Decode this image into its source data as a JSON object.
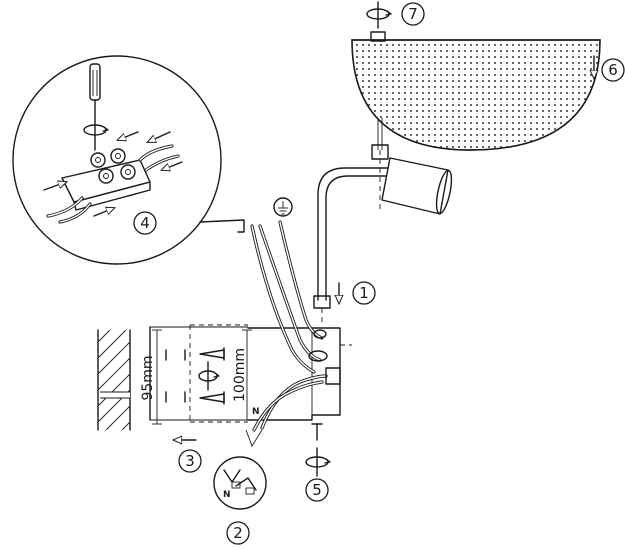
{
  "steps": [
    "1",
    "2",
    "3",
    "4",
    "5",
    "6",
    "7"
  ],
  "dimensions": {
    "height_outer": "95mm",
    "height_inner": "100mm"
  },
  "labels": {
    "neutral_a": "N",
    "neutral_b": "N"
  },
  "icons": {
    "ground": "ground-icon",
    "rotate": "rotate-arrow-icon",
    "screwdriver": "screwdriver-icon"
  }
}
